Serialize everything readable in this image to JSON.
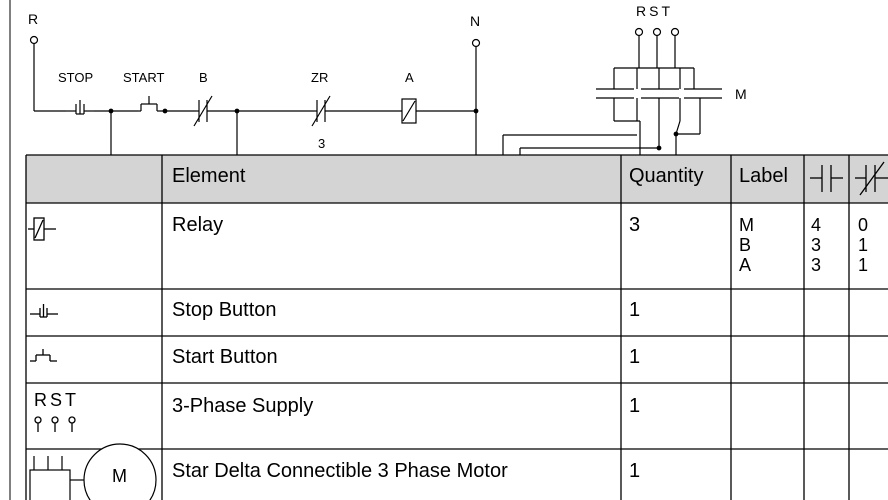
{
  "diagram": {
    "left_rail_label": "R",
    "right_rail_label": "N",
    "stop_label": "STOP",
    "start_label": "START",
    "contact_b_label": "B",
    "contact_zr_label": "ZR",
    "contact_zr_sub": "3",
    "relay_a_label": "A",
    "supply_labels": "RST",
    "motor_contacts_label": "M"
  },
  "table": {
    "headers": {
      "icon": "",
      "element": "Element",
      "quantity": "Quantity",
      "label": "Label",
      "no_icon": "no-contact-icon",
      "nc_icon": "nc-contact-icon"
    },
    "rows": [
      {
        "icon": "relay-coil-icon",
        "element": "Relay",
        "quantity": "3",
        "labels": [
          "M",
          "B",
          "A"
        ],
        "no": [
          "4",
          "3",
          "3"
        ],
        "nc": [
          "0",
          "1",
          "1"
        ]
      },
      {
        "icon": "stop-button-icon",
        "element": "Stop Button",
        "quantity": "1",
        "labels": [],
        "no": [],
        "nc": []
      },
      {
        "icon": "start-button-icon",
        "element": "Start Button",
        "quantity": "1",
        "labels": [],
        "no": [],
        "nc": []
      },
      {
        "icon": "three-phase-supply-icon",
        "icon_text": "RST",
        "element": "3-Phase Supply",
        "quantity": "1",
        "labels": [],
        "no": [],
        "nc": []
      },
      {
        "icon": "motor-icon",
        "icon_text": "M",
        "element": "Star Delta Connectible 3 Phase Motor",
        "quantity": "1",
        "labels": [],
        "no": [],
        "nc": []
      }
    ]
  }
}
